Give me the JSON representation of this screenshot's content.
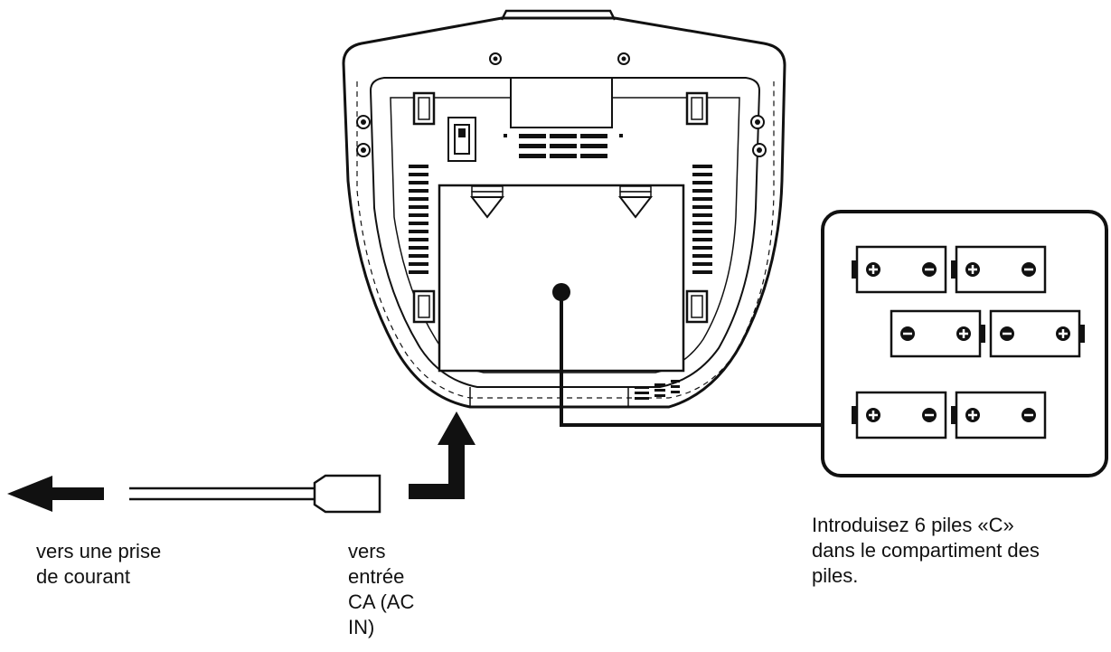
{
  "labels": {
    "outlet": "vers une prise\nde courant",
    "ac_in": "vers\nentrée\nCA (AC\nIN)",
    "batteries": " Introduisez 6 piles «C»\ndans le compartiment des\npiles."
  },
  "icons": {
    "battery_plus": "plus-icon",
    "battery_minus": "minus-icon"
  },
  "colors": {
    "line": "#111111",
    "background": "#ffffff"
  }
}
